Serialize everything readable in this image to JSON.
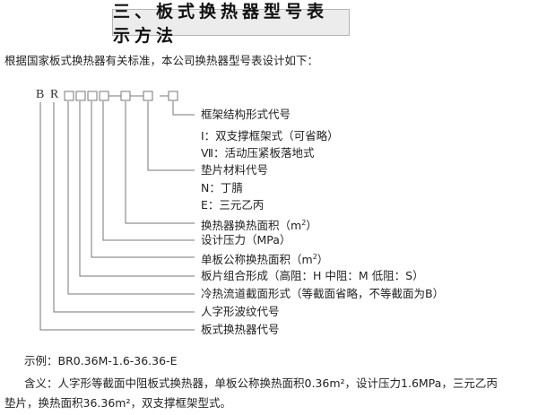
{
  "title": "三、板式换热器型号表示方法",
  "intro": "根据国家板式换热器有关标准，本公司换热器型号表设计如下：",
  "code_letters": [
    "B",
    "R"
  ],
  "labels": {
    "frame": "框架结构形式代号",
    "frame_i": "Ⅰ：双支撑框架式（可省略）",
    "frame_vii": "Ⅶ：活动压紧板落地式",
    "gasket": "垫片材料代号",
    "gasket_n": "N：丁腈",
    "gasket_e": "E：三元乙丙",
    "area": "换热器换热面积（m",
    "pressure": "设计压力（MPa）",
    "plate_area": "单板公称换热面积（m",
    "combo": "板片组合形成（高阻：H 中阻：M 低阻：S）",
    "channel": "冷热流道截面形式（等截面省略，不等截面为B）",
    "corrugation": "人字形波纹代号",
    "type": "板式换热器代号"
  },
  "sup2": "2",
  "close_paren": "）",
  "example": "示例：BR0.36M-1.6-36.36-E",
  "meaning_line1": "含义：人字形等截面中阻板式换热器，单板公称换热面积0.36m²，设计压力1.6MPa，三元乙丙",
  "meaning_line2": "垫片，换热面积36.36m²，双支撑框架型式。"
}
